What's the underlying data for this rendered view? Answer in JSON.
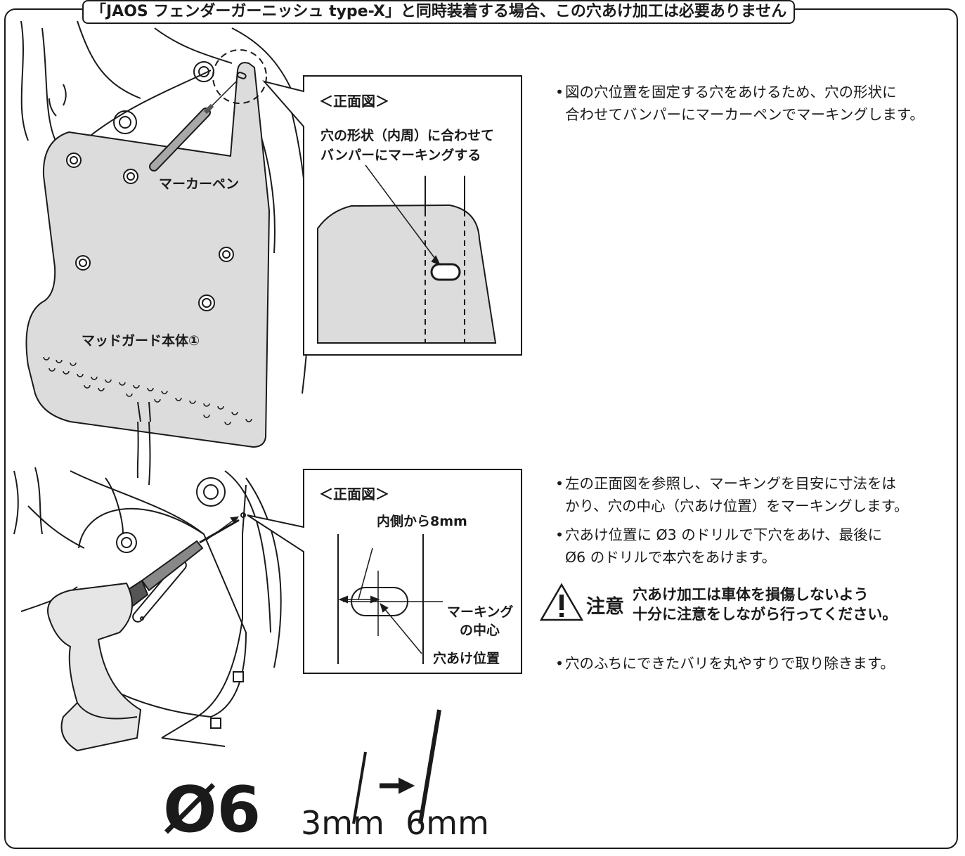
{
  "header": {
    "title": "「JAOS フェンダーガーニッシュ type-X」と同時装着する場合、この穴あけ加工は必要ありません"
  },
  "figure1": {
    "labels": {
      "pen": "マーカーペン",
      "mudguard": "マッドガード本体①"
    },
    "callout": {
      "title": "＜正面図＞",
      "instruction_line1": "穴の形状（内周）に合わせて",
      "instruction_line2": "バンパーにマーキングする"
    }
  },
  "figure2": {
    "callout": {
      "title": "＜正面図＞",
      "dimension": "内側から8mm",
      "marking_center_line1": "マーキング",
      "marking_center_line2": "の中心",
      "drill_position": "穴あけ位置"
    }
  },
  "steps": {
    "step1": {
      "line1": "図の穴位置を固定する穴をあけるため、穴の形状に",
      "line2": "合わせてバンパーにマーカーペンでマーキングします。"
    },
    "step2": {
      "line1": "左の正面図を参照し、マーキングを目安に寸法をは",
      "line2": "かり、穴の中心（穴あけ位置）をマーキングします。"
    },
    "step3": {
      "line1": "穴あけ位置に Ø3 のドリルで下穴をあけ、最後に",
      "line2": "Ø6 のドリルで本穴をあけます。"
    },
    "caution": {
      "word": "注意",
      "line1": "穴あけ加工は車体を損傷しないよう",
      "line2": "十分に注意をしながら行ってください。"
    },
    "step4": {
      "line1": "穴のふちにできたバリを丸やすりで取り除きます。"
    }
  },
  "drill_sizes": {
    "diameter": "Ø6",
    "small": "3mm",
    "large": "6mm"
  }
}
